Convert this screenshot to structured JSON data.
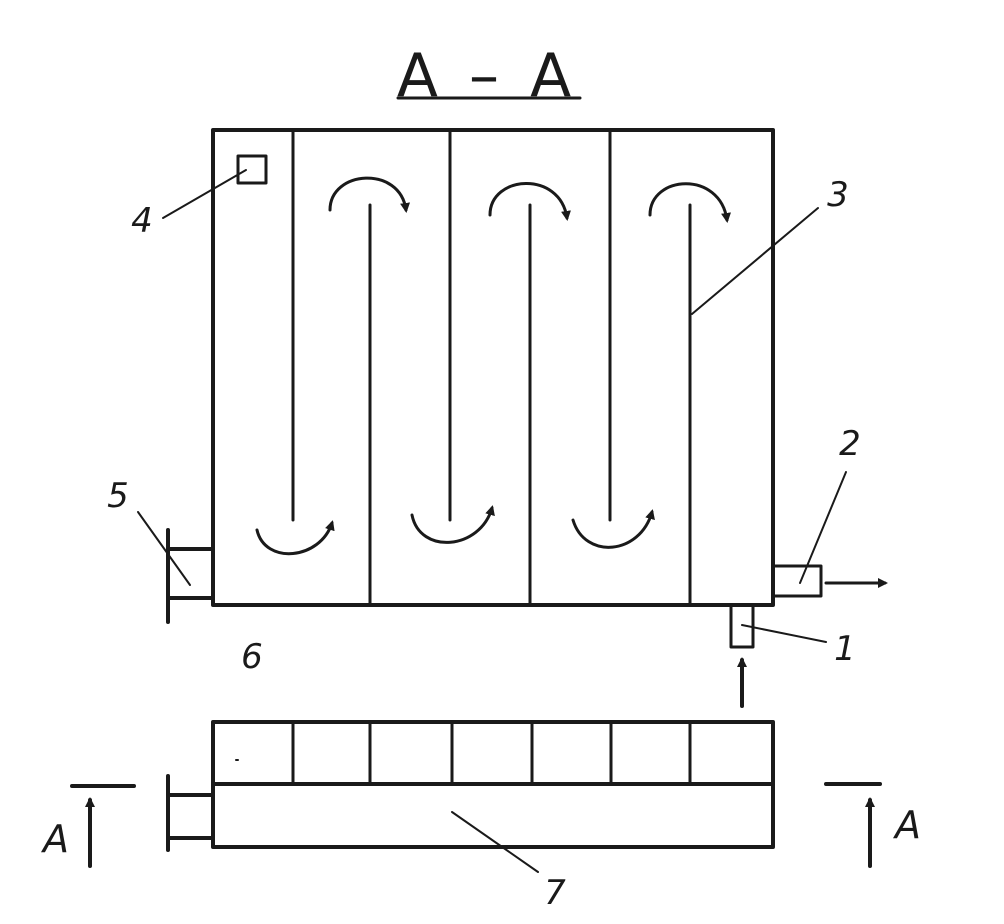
{
  "title": "A – A",
  "section_marks": {
    "left": "A",
    "right": "A"
  },
  "callouts": [
    "1",
    "2",
    "3",
    "4",
    "5",
    "6",
    "7"
  ],
  "colors": {
    "ink": "#1a1a1a",
    "paper": "#ffffff"
  }
}
